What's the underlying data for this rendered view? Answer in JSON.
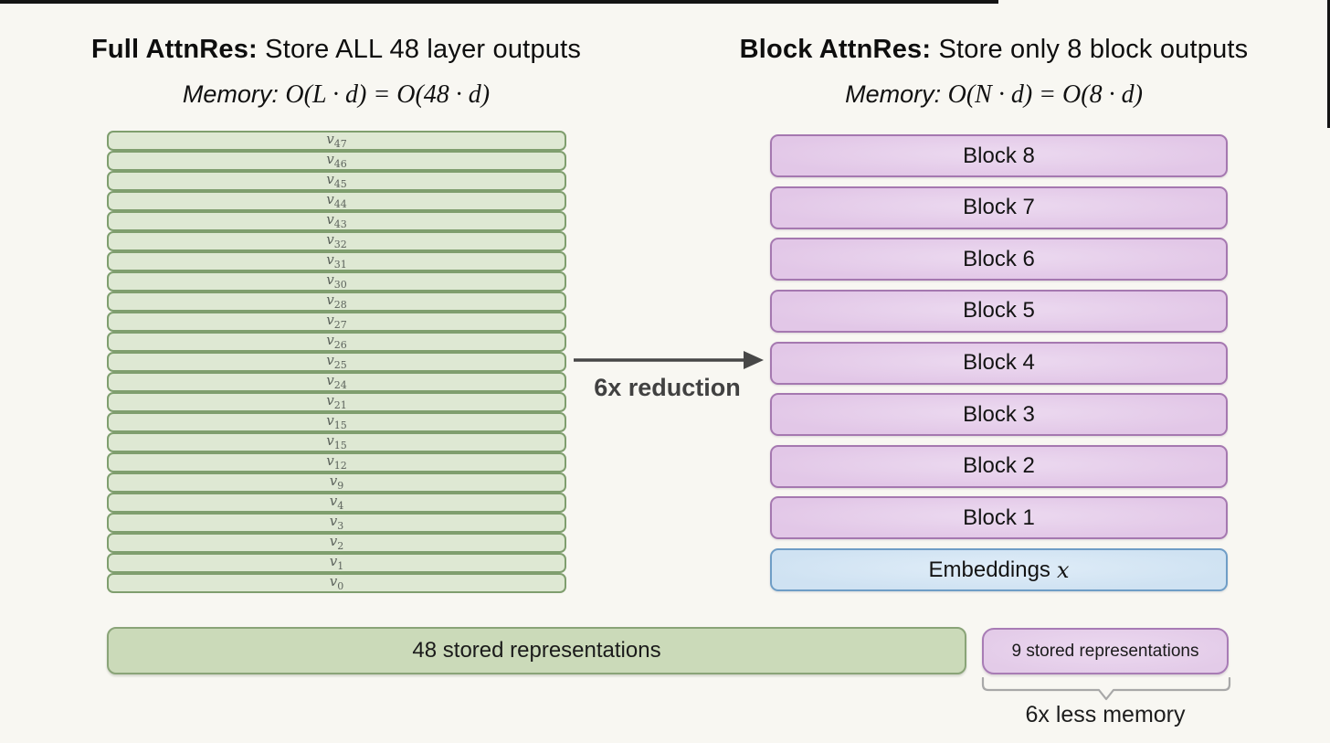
{
  "left_panel": {
    "title_bold": "Full AttnRes:",
    "title_rest": " Store ALL 48 layer outputs",
    "memory_prefix": "Memory: ",
    "memory_formula": "O(L · d) = O(48 · d)",
    "row_base": "v",
    "rows": [
      "47",
      "46",
      "45",
      "44",
      "43",
      "32",
      "31",
      "30",
      "28",
      "27",
      "26",
      "25",
      "24",
      "21",
      "15",
      "15",
      "12",
      "9",
      "4",
      "3",
      "2",
      "1",
      "0"
    ],
    "footer": "48 stored representations"
  },
  "center": {
    "arrow_label": "6x reduction"
  },
  "right_panel": {
    "title_bold": "Block AttnRes:",
    "title_rest": " Store only 8 block outputs",
    "memory_prefix": "Memory: ",
    "memory_formula": "O(N · d) = O(8 · d)",
    "blocks": [
      "Block 8",
      "Block 7",
      "Block 6",
      "Block 5",
      "Block 4",
      "Block 3",
      "Block 2",
      "Block 1"
    ],
    "embeddings_text": "Embeddings",
    "embeddings_var": "x",
    "footer": "9 stored representations",
    "annotation": "6x less memory"
  },
  "colors": {
    "background": "#f8f7f2",
    "green_row_fill": "#dee8d3",
    "green_row_border": "#7f9e6e",
    "green_bar_fill": "#cbdab9",
    "green_bar_border": "#8aa478",
    "purple_fill": "#e3c9e8",
    "purple_border": "#a578b0",
    "blue_fill": "#cfe2f2",
    "blue_border": "#6f9dc6",
    "arrow": "#474747",
    "bracket": "#a8a8a8"
  }
}
